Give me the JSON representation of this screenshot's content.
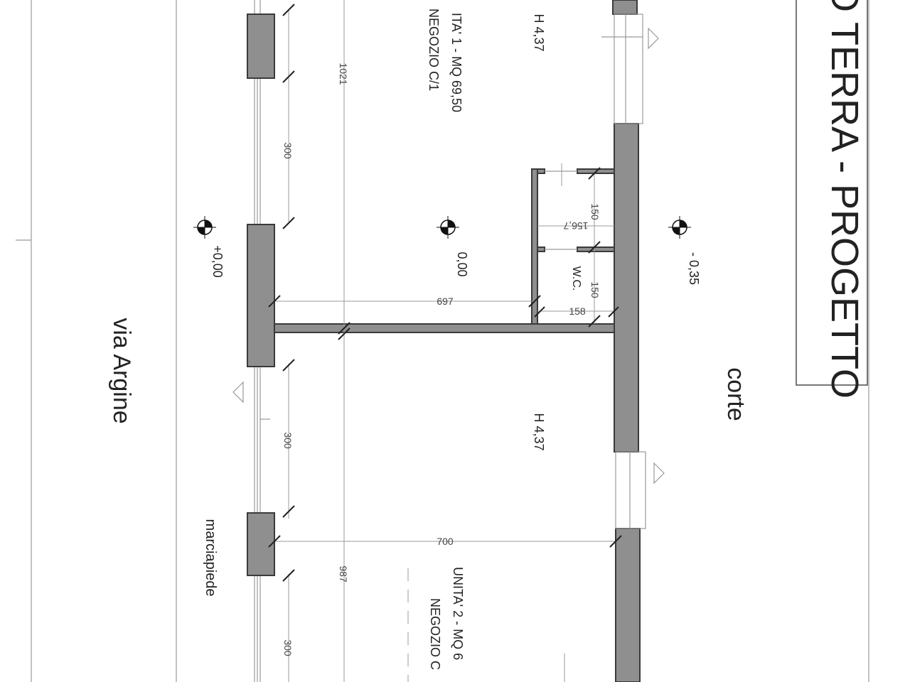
{
  "title": "O TERRA - PROGETTO",
  "street_label": "via Argine",
  "sidewalk_label": "marciapiede",
  "courtyard_label": "corte",
  "unit1": {
    "line1": "ITA' 1 - MQ 69,50",
    "line2": "NEGOZIO C/1",
    "height": "H 4,37"
  },
  "unit2": {
    "line1": "UNITA' 2 - MQ 6",
    "line2": "NEGOZIO C",
    "height": "H 4,37"
  },
  "wc_label": "W.C.",
  "levels": {
    "street": "+0,00",
    "interior": "0,00",
    "courtyard": "- 0,35"
  },
  "dimensions": {
    "d1021": "1021",
    "d987": "987",
    "d300a": "300",
    "d300b": "300",
    "d300c": "300",
    "d697": "697",
    "d700": "700",
    "d158": "158",
    "d150a": "150",
    "d150b": "150",
    "d156": "156,7"
  }
}
